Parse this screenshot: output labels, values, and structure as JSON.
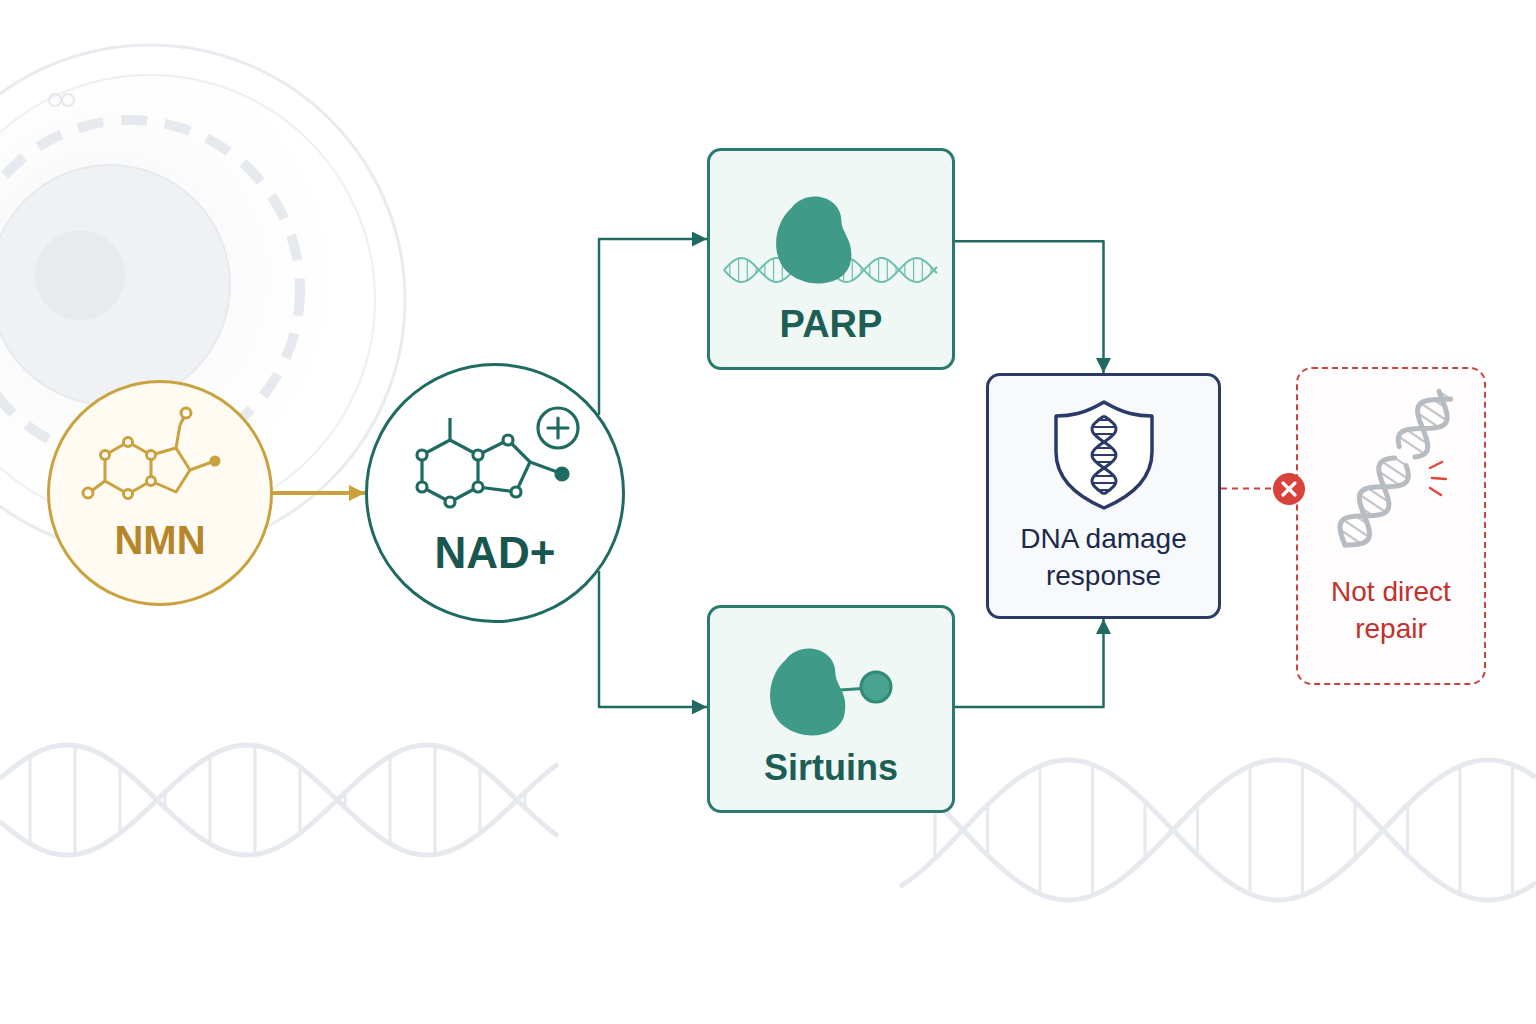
{
  "diagram": {
    "nodes": [
      {
        "text": [
          "NMN"
        ]
      },
      {
        "text": [
          "NAD+"
        ]
      },
      {
        "text": [
          "PARP"
        ]
      },
      {
        "text": [
          "Sirtuins"
        ]
      },
      {
        "text": [
          "DNA damage response"
        ]
      },
      {
        "text": [
          "Not direct repair"
        ]
      }
    ],
    "edges": [
      {
        "from": 0,
        "to": 1,
        "arrow": "to"
      },
      {
        "from": 1,
        "to": 2,
        "arrow": "to"
      },
      {
        "from": 1,
        "to": 3,
        "arrow": "to"
      },
      {
        "from": 2,
        "to": 4,
        "arrow": "to"
      },
      {
        "from": 3,
        "to": 4,
        "arrow": "to"
      },
      {
        "from": 4,
        "to": 5,
        "arrow": "none"
      }
    ]
  }
}
